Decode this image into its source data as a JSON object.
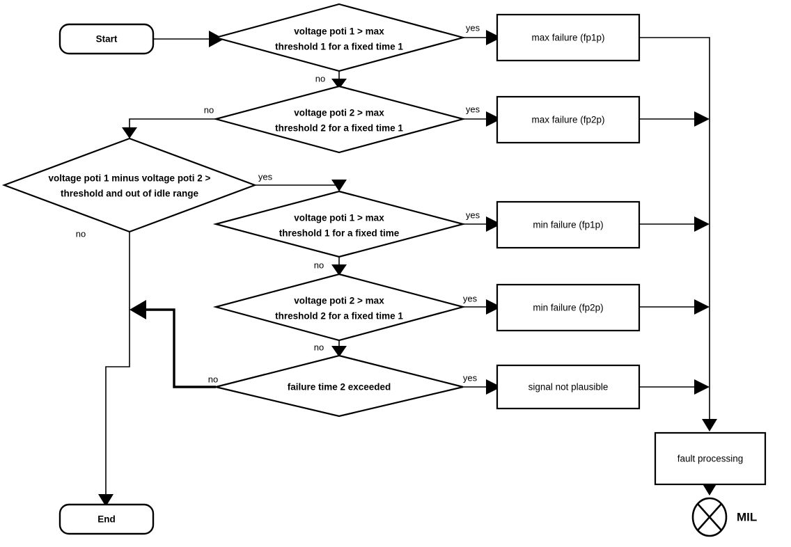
{
  "diagram": {
    "title": "Potentiometer plausibility diagnosis flowchart",
    "background_color": "#ffffff",
    "line_color": "#000000",
    "fill_color": "#ffffff"
  },
  "nodes": {
    "start": {
      "label": "Start",
      "type": "terminator"
    },
    "end": {
      "label": "End",
      "type": "terminator"
    },
    "d1_line1": "voltage poti 1 > max",
    "d1_line2": "threshold 1 for a fixed time 1",
    "d2_line1": "voltage poti 2 > max",
    "d2_line2": "threshold 2 for a fixed time 1",
    "d3_line1": "voltage poti 1 minus voltage poti 2 >",
    "d3_line2": "threshold and out of  idle range",
    "d4_line1": "voltage poti 1 > max",
    "d4_line2": "threshold 1 for a fixed time",
    "d5_line1": "voltage poti 2 > max",
    "d5_line2": "threshold 2 for a fixed time 1",
    "d6_line1": "failure time 2 exceeded",
    "p1": "max failure (fp1p)",
    "p2": "max failure (fp2p)",
    "p3": "min failure (fp1p)",
    "p4": "min failure (fp2p)",
    "p5": "signal not plausible",
    "p6": "fault processing",
    "mil": "MIL"
  },
  "edge_labels": {
    "d1_yes": "yes",
    "d1_no": "no",
    "d2_yes": "yes",
    "d2_no": "no",
    "d3_yes": "yes",
    "d3_no": "no",
    "d4_yes": "yes",
    "d4_no": "no",
    "d5_yes": "yes",
    "d5_no": "no",
    "d6_yes": "yes",
    "d6_no": "no"
  }
}
